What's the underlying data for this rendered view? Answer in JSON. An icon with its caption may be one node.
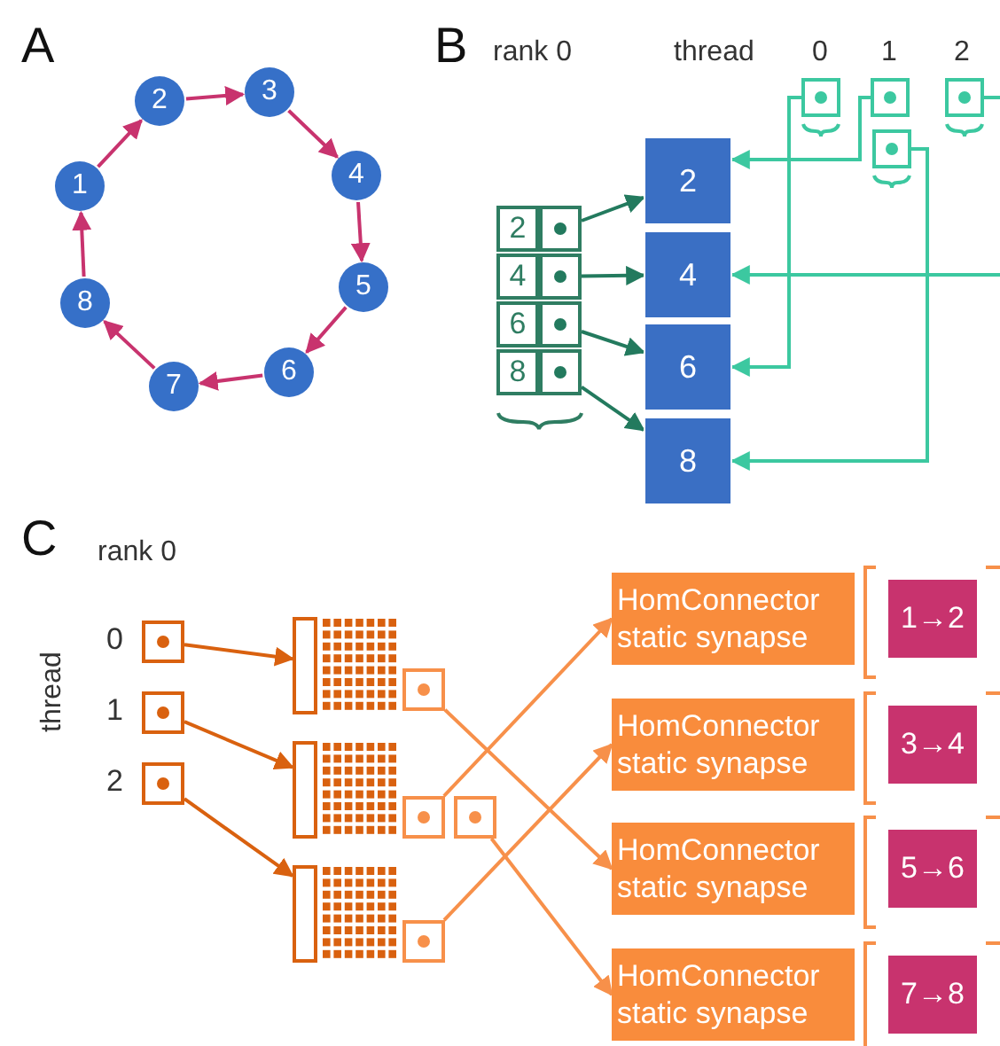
{
  "diagram": {
    "nodes": [
      {
        "text": [
          "1"
        ]
      },
      {
        "text": [
          "2"
        ]
      },
      {
        "text": [
          "3"
        ]
      },
      {
        "text": [
          "4"
        ]
      },
      {
        "text": [
          "5"
        ]
      },
      {
        "text": [
          "6"
        ]
      },
      {
        "text": [
          "7"
        ]
      },
      {
        "text": [
          "8"
        ]
      },
      {
        "text": [
          "2"
        ]
      },
      {
        "text": [],
        "shape": "box"
      },
      {
        "text": [
          "4"
        ]
      },
      {
        "text": [],
        "shape": "box"
      },
      {
        "text": [
          "6"
        ]
      },
      {
        "text": [],
        "shape": "box"
      },
      {
        "text": [
          "8"
        ]
      },
      {
        "text": [],
        "shape": "box"
      },
      {
        "text": [
          "2"
        ]
      },
      {
        "text": [
          "4"
        ]
      },
      {
        "text": [
          "6"
        ]
      },
      {
        "text": [
          "8"
        ]
      },
      {
        "text": [],
        "shape": "box"
      },
      {
        "text": [],
        "shape": "box"
      },
      {
        "text": [],
        "shape": "box"
      },
      {
        "text": [],
        "shape": "box"
      },
      {
        "text": [],
        "shape": "box"
      },
      {
        "text": [],
        "shape": "box"
      },
      {
        "text": [],
        "shape": "box"
      },
      {
        "text": [],
        "shape": "bar"
      },
      {
        "text": [],
        "shape": "bar"
      },
      {
        "text": [],
        "shape": "bar"
      },
      {
        "text": [],
        "shape": "box"
      },
      {
        "text": [],
        "shape": "box"
      },
      {
        "text": [],
        "shape": "box"
      },
      {
        "text": [],
        "shape": "box"
      },
      {
        "text": [
          "HomConnector",
          "static synapse"
        ]
      },
      {
        "text": [
          "HomConnector",
          "static synapse"
        ]
      },
      {
        "text": [
          "HomConnector",
          "static synapse"
        ]
      },
      {
        "text": [
          "HomConnector",
          "static synapse"
        ]
      },
      {
        "text": [
          "1→2"
        ]
      },
      {
        "text": [
          "3→4"
        ]
      },
      {
        "text": [
          "5→6"
        ]
      },
      {
        "text": [
          "7→8"
        ]
      }
    ],
    "edges": [
      {
        "from": 0,
        "to": 1,
        "arrow": "to"
      },
      {
        "from": 1,
        "to": 2,
        "arrow": "to"
      },
      {
        "from": 2,
        "to": 3,
        "arrow": "to"
      },
      {
        "from": 3,
        "to": 4,
        "arrow": "to"
      },
      {
        "from": 4,
        "to": 5,
        "arrow": "to"
      },
      {
        "from": 5,
        "to": 6,
        "arrow": "to"
      },
      {
        "from": 6,
        "to": 7,
        "arrow": "to"
      },
      {
        "from": 7,
        "to": 0,
        "arrow": "to"
      },
      {
        "from": 9,
        "to": 16,
        "arrow": "to",
        "color": "#237a5e"
      },
      {
        "from": 11,
        "to": 17,
        "arrow": "to",
        "color": "#237a5e"
      },
      {
        "from": 13,
        "to": 18,
        "arrow": "to",
        "color": "#237a5e"
      },
      {
        "from": 15,
        "to": 19,
        "arrow": "to",
        "color": "#237a5e"
      },
      {
        "from": 20,
        "to": 18,
        "arrow": "to",
        "color": "#3cc8a0"
      },
      {
        "from": 21,
        "to": 16,
        "arrow": "to",
        "color": "#3cc8a0"
      },
      {
        "from": 23,
        "to": 19,
        "arrow": "to",
        "color": "#3cc8a0"
      },
      {
        "from": null,
        "to": 17,
        "arrow": "to",
        "color": "#3cc8a0"
      },
      {
        "from": 22,
        "to": null,
        "arrow": "none",
        "color": "#3cc8a0"
      },
      {
        "from": 24,
        "to": 27,
        "arrow": "to",
        "color": "#d9610f"
      },
      {
        "from": 25,
        "to": 28,
        "arrow": "to",
        "color": "#d9610f"
      },
      {
        "from": 26,
        "to": 29,
        "arrow": "to",
        "color": "#d9610f"
      },
      {
        "from": 30,
        "to": 36,
        "arrow": "to",
        "color": "#f7904a"
      },
      {
        "from": 31,
        "to": 34,
        "arrow": "to",
        "color": "#f7904a"
      },
      {
        "from": 32,
        "to": 37,
        "arrow": "to",
        "color": "#f7904a"
      },
      {
        "from": 33,
        "to": 35,
        "arrow": "to",
        "color": "#f7904a"
      }
    ],
    "labels": [
      "A",
      "B",
      "rank 0",
      "thread",
      "0",
      "1",
      "2",
      "C",
      "rank 0",
      "thread",
      "0",
      "1",
      "2"
    ]
  }
}
